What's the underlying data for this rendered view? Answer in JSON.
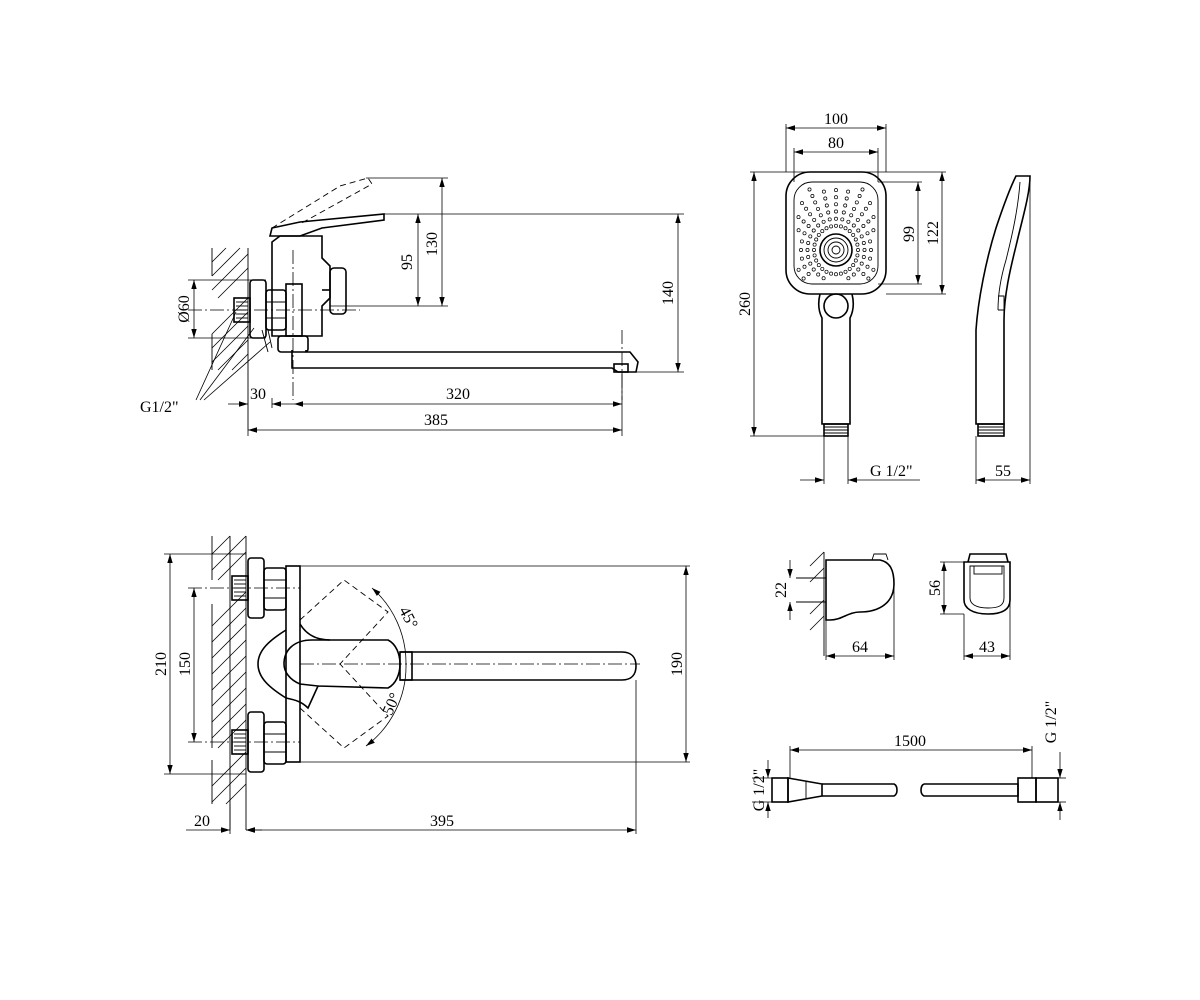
{
  "side_view": {
    "d95": "95",
    "d130": "130",
    "d140": "140",
    "d60": "Ø60",
    "thread": "G1/2\"",
    "d30": "30",
    "d320": "320",
    "d385": "385"
  },
  "top_view": {
    "d210": "210",
    "d150": "150",
    "d190": "190",
    "a45": "45°",
    "a50": "50°",
    "d20": "20",
    "d395": "395"
  },
  "shower_head": {
    "d100": "100",
    "d80": "80",
    "d99": "99",
    "d122": "122",
    "d260": "260",
    "thread": "G 1/2\"",
    "d55": "55"
  },
  "holder": {
    "d22": "22",
    "d64": "64",
    "d56": "56",
    "d43": "43"
  },
  "hose": {
    "d1500": "1500",
    "thread_left": "G 1/2\"",
    "thread_right": "G 1/2\""
  }
}
